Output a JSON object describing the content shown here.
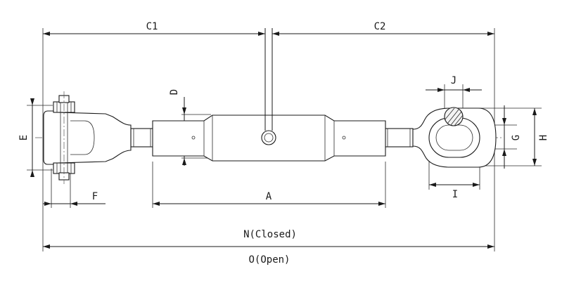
{
  "labels": {
    "c1": "C1",
    "c2": "C2",
    "d": "D",
    "e": "E",
    "f": "F",
    "a": "A",
    "j": "J",
    "g": "G",
    "h": "H",
    "i": "I",
    "n_closed": "N(Closed)",
    "o_open": "O(Open)"
  }
}
